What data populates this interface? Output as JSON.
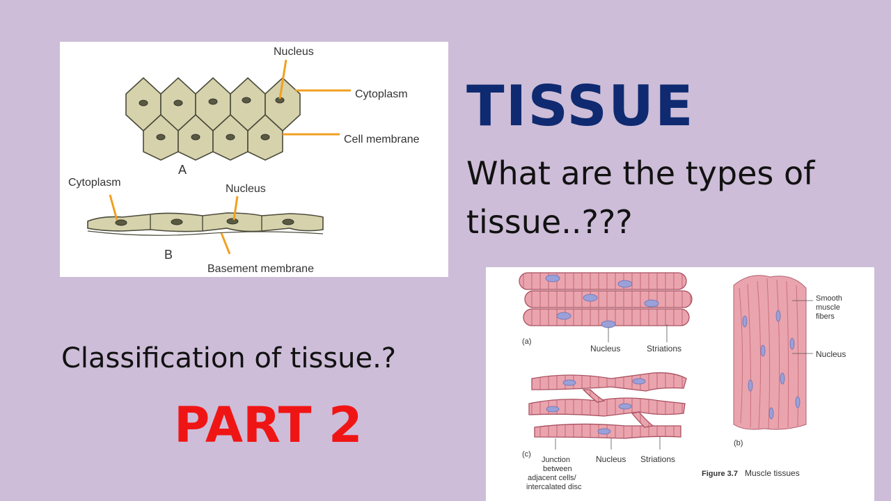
{
  "heading": "TISSUE",
  "question": "What are the types of tissue..???",
  "classification": "Classification of tissue.?",
  "part": "PART 2",
  "epithelium_diagram": {
    "label_nucleus_a": "Nucleus",
    "label_cytoplasm_a": "Cytoplasm",
    "label_cell_membrane": "Cell membrane",
    "label_a": "A",
    "label_cytoplasm_b": "Cytoplasm",
    "label_nucleus_b": "Nucleus",
    "label_b": "B",
    "label_basement": "Basement membrane"
  },
  "muscle_diagram": {
    "label_a": "(a)",
    "label_nucleus_a": "Nucleus",
    "label_striations_a": "Striations",
    "label_c": "(c)",
    "label_junction_1": "Junction",
    "label_junction_2": "between",
    "label_junction_3": "adjacent cells/",
    "label_junction_4": "intercalated disc",
    "label_nucleus_c": "Nucleus",
    "label_striations_c": "Striations",
    "label_smooth_1": "Smooth",
    "label_smooth_2": "muscle",
    "label_smooth_3": "fibers",
    "label_nucleus_b": "Nucleus",
    "label_b": "(b)",
    "figure_bold": "Figure 3.7",
    "figure_caption": "Muscle tissues"
  },
  "colors": {
    "background": "#cdbdd8",
    "title": "#0f2a70",
    "part": "#f01515",
    "cell_fill": "#d8d4b0",
    "muscle_pink": "#e8a3ad",
    "leader_orange": "#f0a020"
  }
}
